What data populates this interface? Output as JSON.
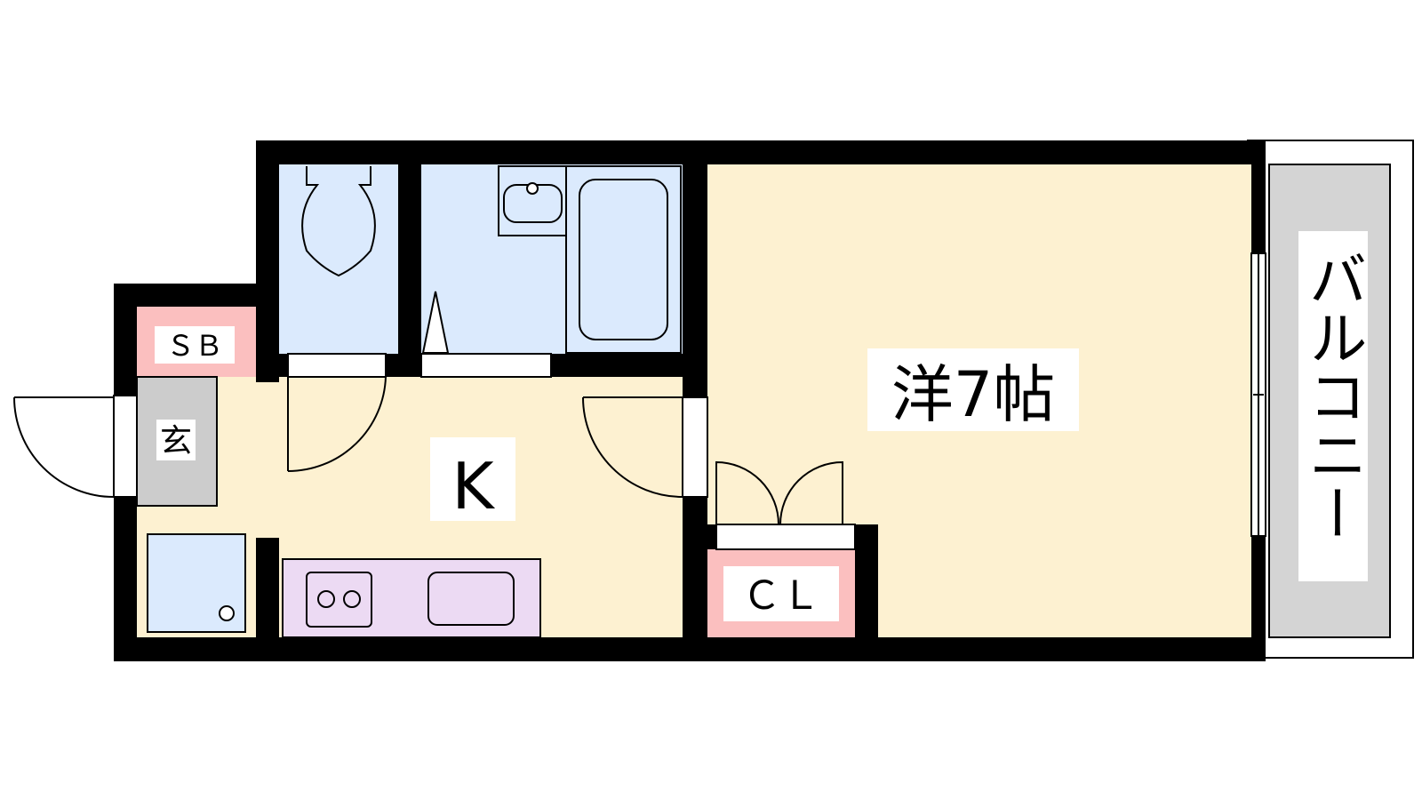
{
  "floorplan": {
    "labels": {
      "kitchen": "K",
      "western_room": "洋7帖",
      "closet": "ＣＬ",
      "shoe_box": "ＳＢ",
      "entrance": "玄",
      "balcony": "バルコニー"
    },
    "colors": {
      "wall": "#000000",
      "kitchen_floor": "#fdf1d1",
      "room_floor": "#fdf1d1",
      "wet_area": "#dbeafd",
      "storage": "#fbbfbf",
      "entrance_floor": "#cccccc",
      "balcony": "#d4d4d4",
      "counter": "#ecdaf3"
    }
  }
}
